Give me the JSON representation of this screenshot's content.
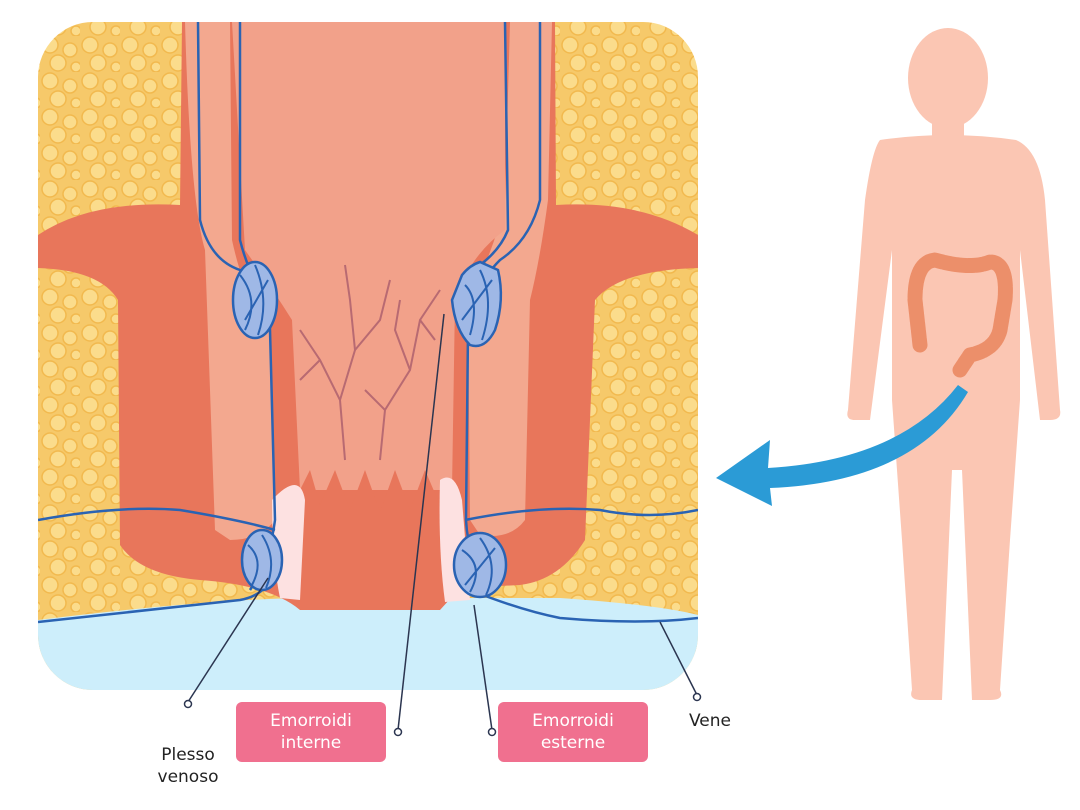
{
  "labels": {
    "plesso_venoso": "Plesso\nvenoso",
    "emorroidi_interne": "Emorroidi\ninterne",
    "emorroidi_esterne": "Emorroidi\nesterne",
    "vene": "Vene"
  },
  "colors": {
    "fat": "#f6c96a",
    "fat_globule": "#fbdc8c",
    "muscle": "#e8765b",
    "mucosa": "#f08f74",
    "lumen": "#f2a18a",
    "skin": "#fde1e1",
    "vein": "#2a63b3",
    "vessel": "#b86a72",
    "base": "#cdeefb",
    "body": "#fbc6b3",
    "colon": "#ec8f6a",
    "arrow": "#2b9bd6",
    "pill": "#f0708f"
  }
}
